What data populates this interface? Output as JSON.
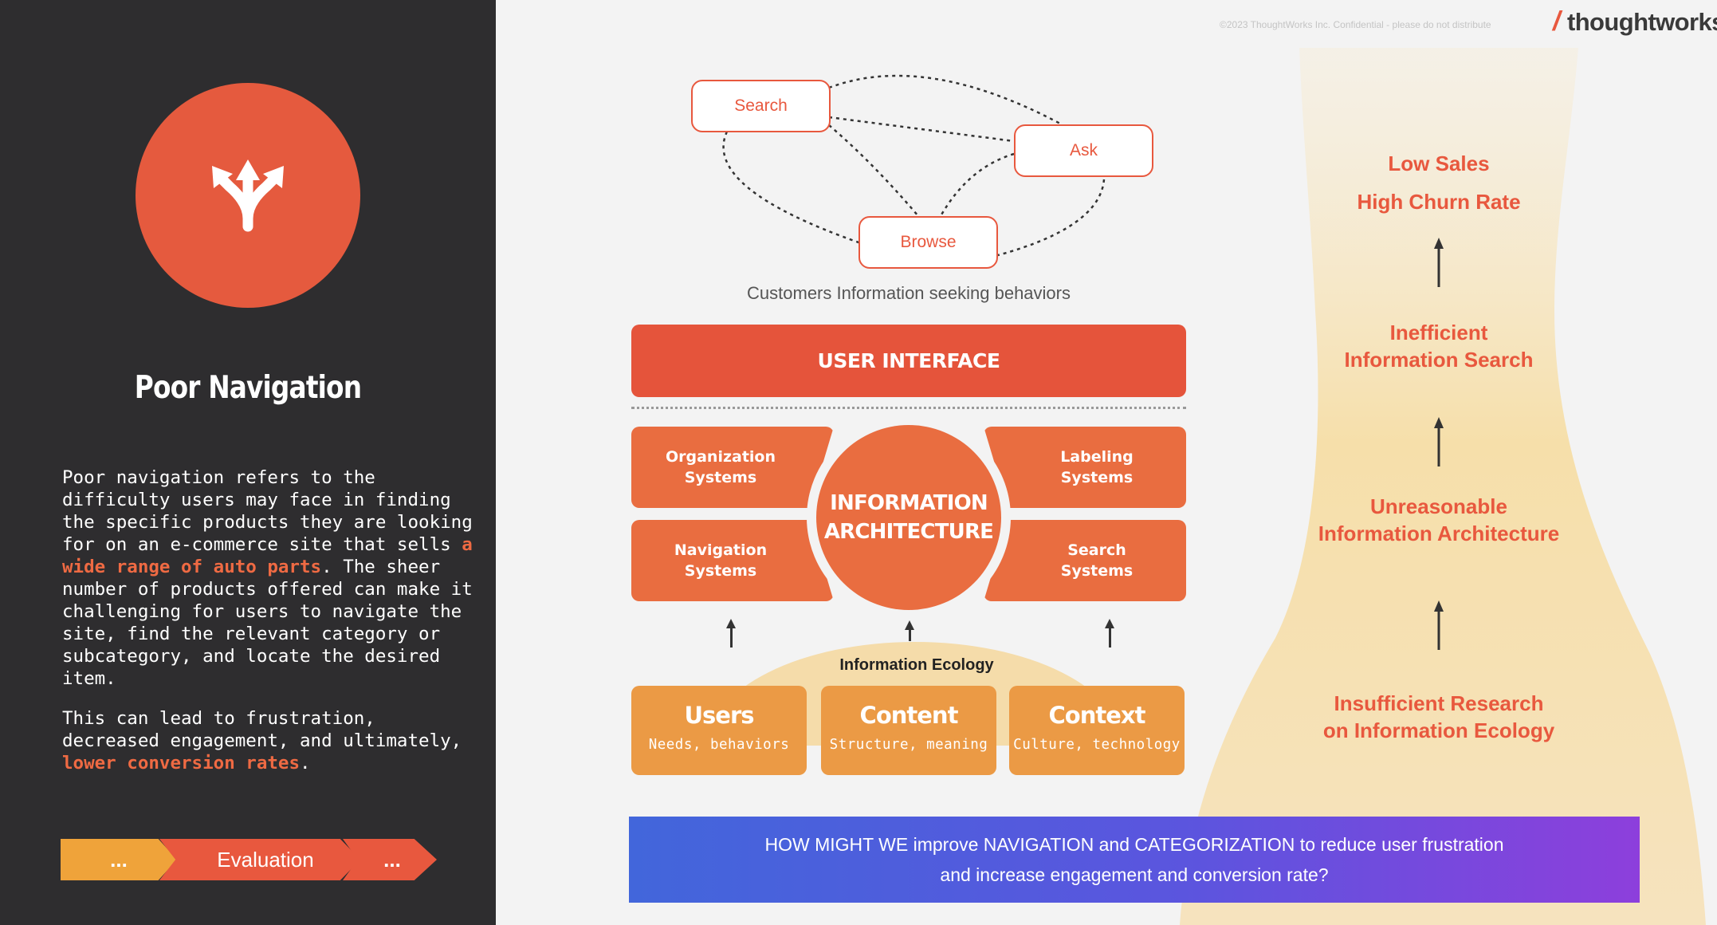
{
  "header": {
    "confidential_text": "©2023 ThoughtWorks Inc. Confidential - please do not distribute",
    "logo_slash": "/",
    "logo_text": "thoughtworks"
  },
  "left_panel": {
    "icon": "split-arrows-icon",
    "title": "Poor Navigation",
    "desc1_a": "Poor navigation refers to the difficulty users may face in finding the specific products they are looking for on an e-commerce site that sells ",
    "desc1_hl": "a wide range of auto parts",
    "desc1_b": ".  The sheer number of products offered can make it challenging for users to navigate the site, find the relevant category or subcategory, and locate the desired item.",
    "desc2_a": "This can lead to frustration, decreased engagement, and ultimately, ",
    "desc2_hl": "lower conversion rates",
    "desc2_b": ".",
    "chevrons": [
      "...",
      "Evaluation",
      "..."
    ]
  },
  "behaviors": {
    "nodes": [
      "Search",
      "Ask",
      "Browse"
    ],
    "caption": "Customers Information seeking behaviors"
  },
  "ia": {
    "ui_bar": "USER INTERFACE",
    "center_line1": "INFORMATION",
    "center_line2": "ARCHITECTURE",
    "tiles": [
      {
        "line1": "Organization",
        "line2": "Systems"
      },
      {
        "line1": "Labeling",
        "line2": "Systems"
      },
      {
        "line1": "Navigation",
        "line2": "Systems"
      },
      {
        "line1": "Search",
        "line2": "Systems"
      }
    ]
  },
  "ecology": {
    "label": "Information Ecology",
    "boxes": [
      {
        "title": "Users",
        "sub": "Needs, behaviors"
      },
      {
        "title": "Content",
        "sub": "Structure, meaning"
      },
      {
        "title": "Context",
        "sub": "Culture, technology"
      }
    ]
  },
  "funnel": {
    "low_sales": "Low Sales",
    "churn": "High Churn Rate",
    "ineff1": "Inefficient",
    "ineff2": "Information Search",
    "unreason1": "Unreasonable",
    "unreason2": "Information Architecture",
    "insuff1": "Insufficient Research",
    "insuff2": "on Information Ecology"
  },
  "hmw": {
    "line1": "HOW MIGHT WE improve NAVIGATION and CATEGORIZATION to reduce user frustration",
    "line2": "and increase engagement and conversion rate?"
  },
  "colors": {
    "accent": "#e8583e",
    "tile": "#e96d40",
    "ecology": "#eb9a45",
    "dark_panel": "#2e2d2f"
  }
}
